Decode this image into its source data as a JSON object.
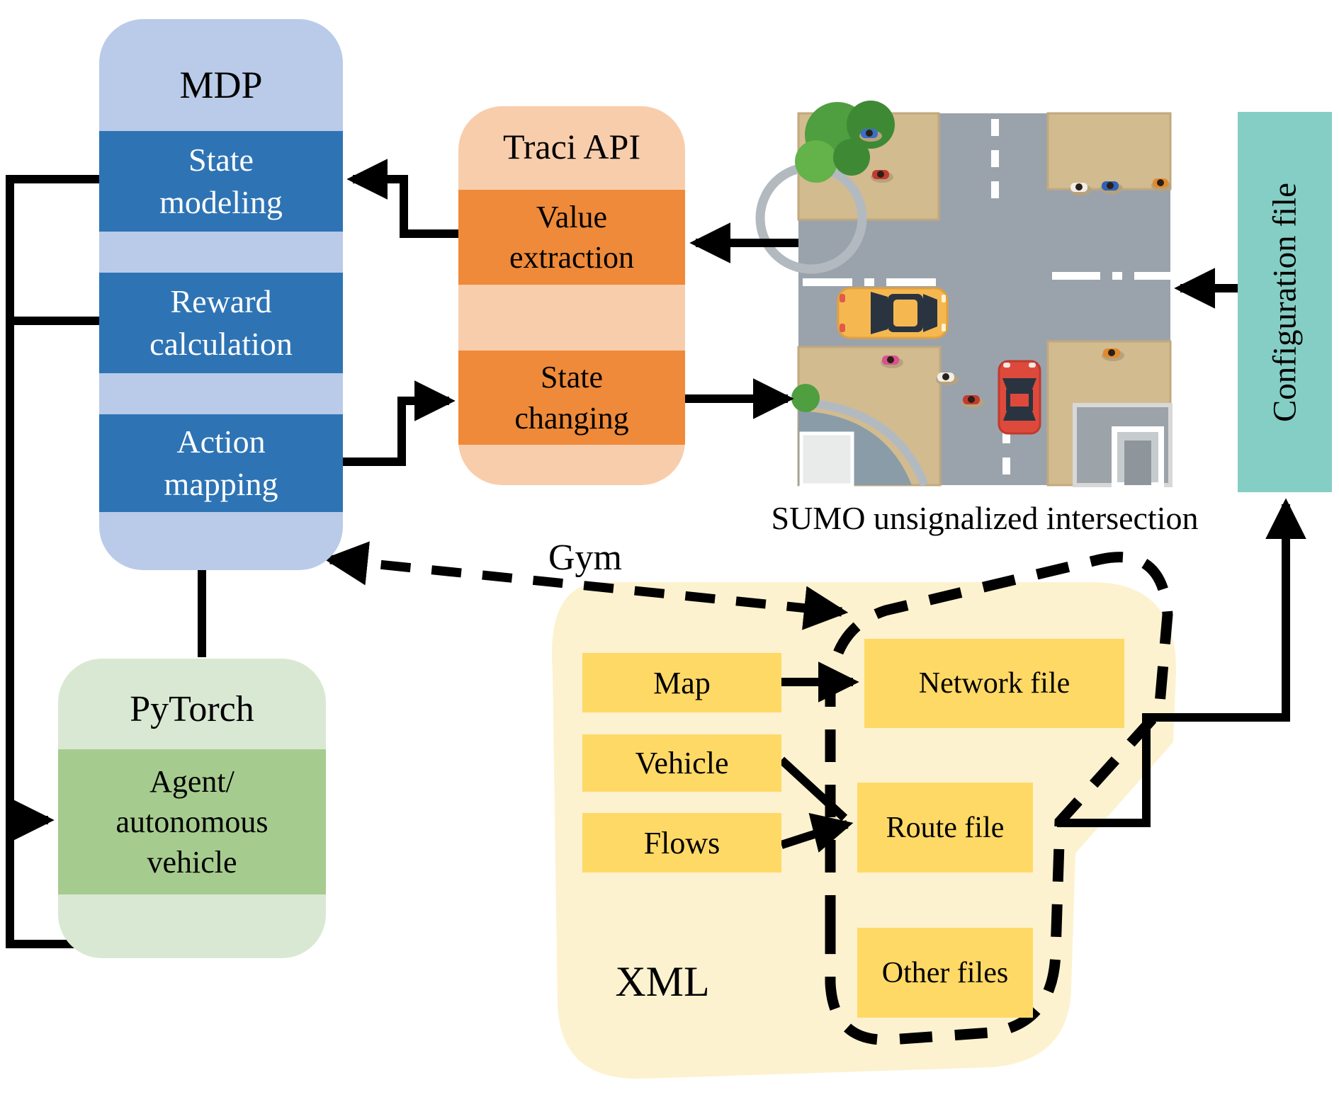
{
  "mdp": {
    "title": "MDP",
    "items": [
      "State modeling",
      "Reward calculation",
      "Action mapping"
    ]
  },
  "traci": {
    "title": "Traci API",
    "items": [
      "Value extraction",
      "State changing"
    ]
  },
  "sumo": {
    "caption": "SUMO unsignalized intersection"
  },
  "config": {
    "label": "Configuration file"
  },
  "pytorch": {
    "title": "PyTorch",
    "agent": "Agent/ autonomous vehicle"
  },
  "gym": {
    "label": "Gym"
  },
  "xml": {
    "title": "XML",
    "inputs": [
      "Map",
      "Vehicle",
      "Flows"
    ],
    "files": [
      "Network file",
      "Route file",
      "Other files"
    ]
  },
  "colors": {
    "mdp_light": "#B9CBE8",
    "mdp_dark": "#2E74B5",
    "traci_light": "#F8CDAC",
    "traci_dark": "#EE8A39",
    "pytorch_light": "#D9E8D3",
    "pytorch_dark": "#A6CB8F",
    "xml_bg": "#FDF2CF",
    "xml_item": "#FFD966",
    "config_teal": "#85CEC5",
    "arrow": "#000000"
  }
}
